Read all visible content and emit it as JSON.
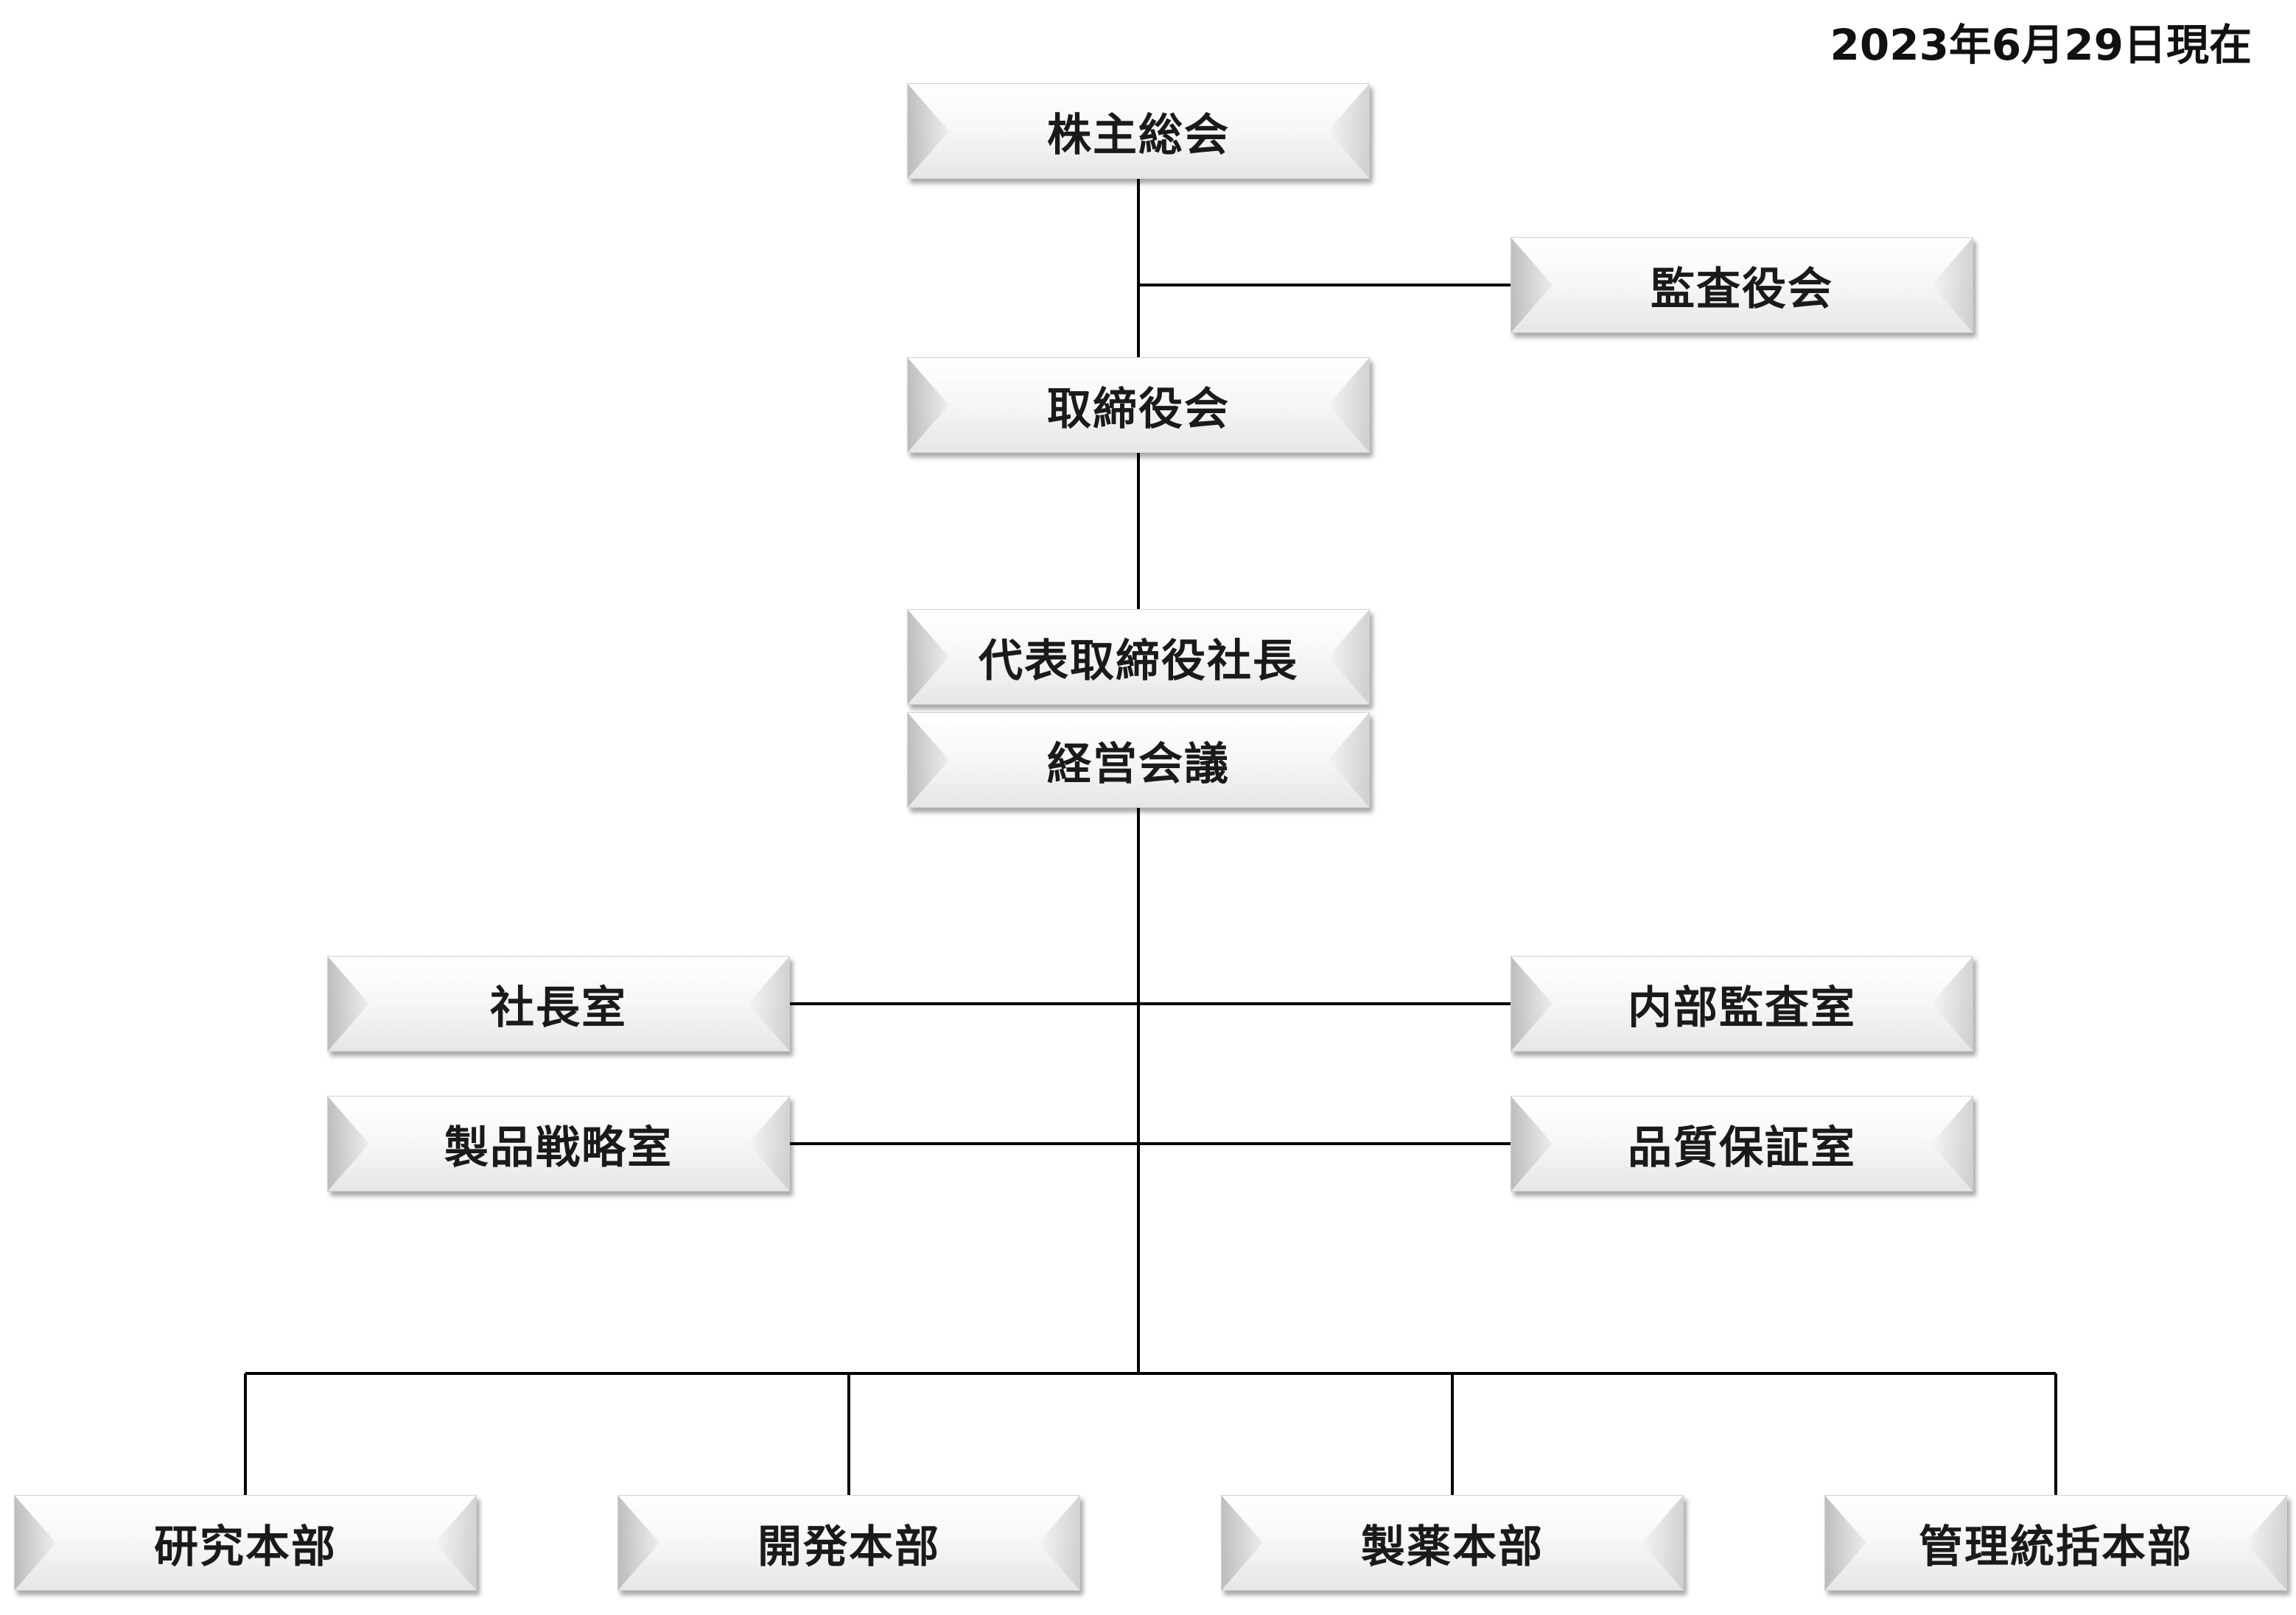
{
  "date": "2023年6月29日現在",
  "nodes": {
    "shareholders": "株主総会",
    "auditors": "監査役会",
    "board": "取締役会",
    "president": "代表取締役社長",
    "management_meeting": "経営会議",
    "president_office": "社長室",
    "internal_audit": "内部監査室",
    "product_strategy": "製品戦略室",
    "quality_assurance": "品質保証室",
    "research": "研究本部",
    "development": "開発本部",
    "pharma_manufacturing": "製薬本部",
    "administration": "管理統括本部"
  }
}
